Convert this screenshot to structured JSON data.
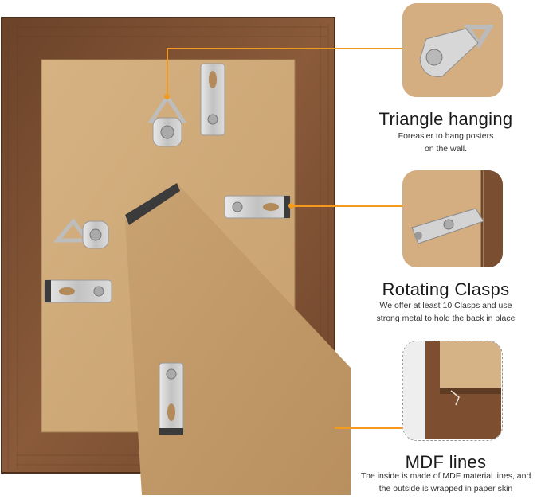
{
  "callouts": [
    {
      "title": "Triangle hanging",
      "desc_lines": [
        "Foreasier to hang posters",
        "on the wall."
      ]
    },
    {
      "title": "Rotating Clasps",
      "desc_lines": [
        "We offer at least 10 Clasps and use",
        "strong metal to hold the back in place"
      ]
    },
    {
      "title": "MDF lines",
      "desc_lines": [
        "The inside is made of MDF material lines, and",
        "the outside is wrapped in paper skin"
      ]
    }
  ],
  "colors": {
    "accent": "#f39a1e",
    "frame": "#7a4e31",
    "backboard": "#cfa978",
    "metal": "#c8c8c8"
  }
}
